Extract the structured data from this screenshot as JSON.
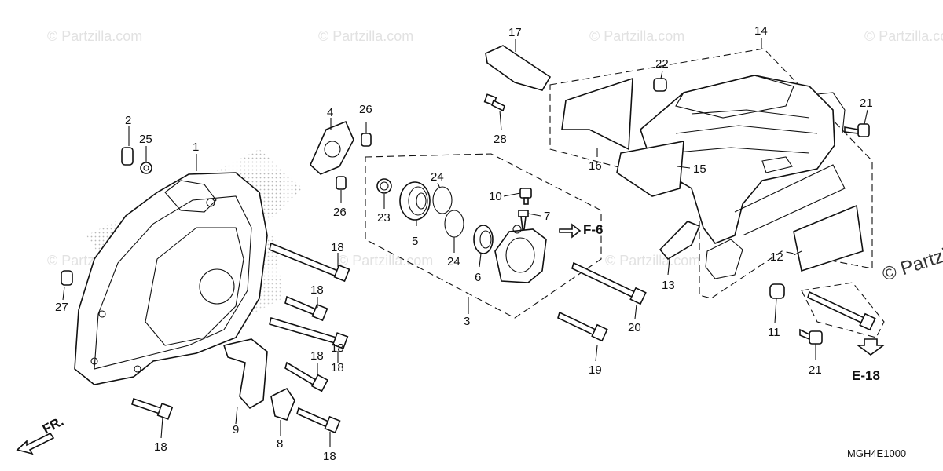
{
  "watermark": "© Partzilla.com",
  "watermark_corner": "© Partzilla",
  "diagram_code": "MGH4E1000",
  "direction_label": "FR.",
  "references": [
    "F-6",
    "E-18"
  ],
  "callouts": [
    "1",
    "2",
    "3",
    "4",
    "5",
    "6",
    "7",
    "8",
    "9",
    "10",
    "11",
    "12",
    "13",
    "14",
    "15",
    "16",
    "17",
    "18",
    "18",
    "18",
    "18",
    "18",
    "18",
    "18",
    "19",
    "20",
    "21",
    "21",
    "22",
    "23",
    "24",
    "24",
    "25",
    "26",
    "26",
    "27",
    "28"
  ]
}
